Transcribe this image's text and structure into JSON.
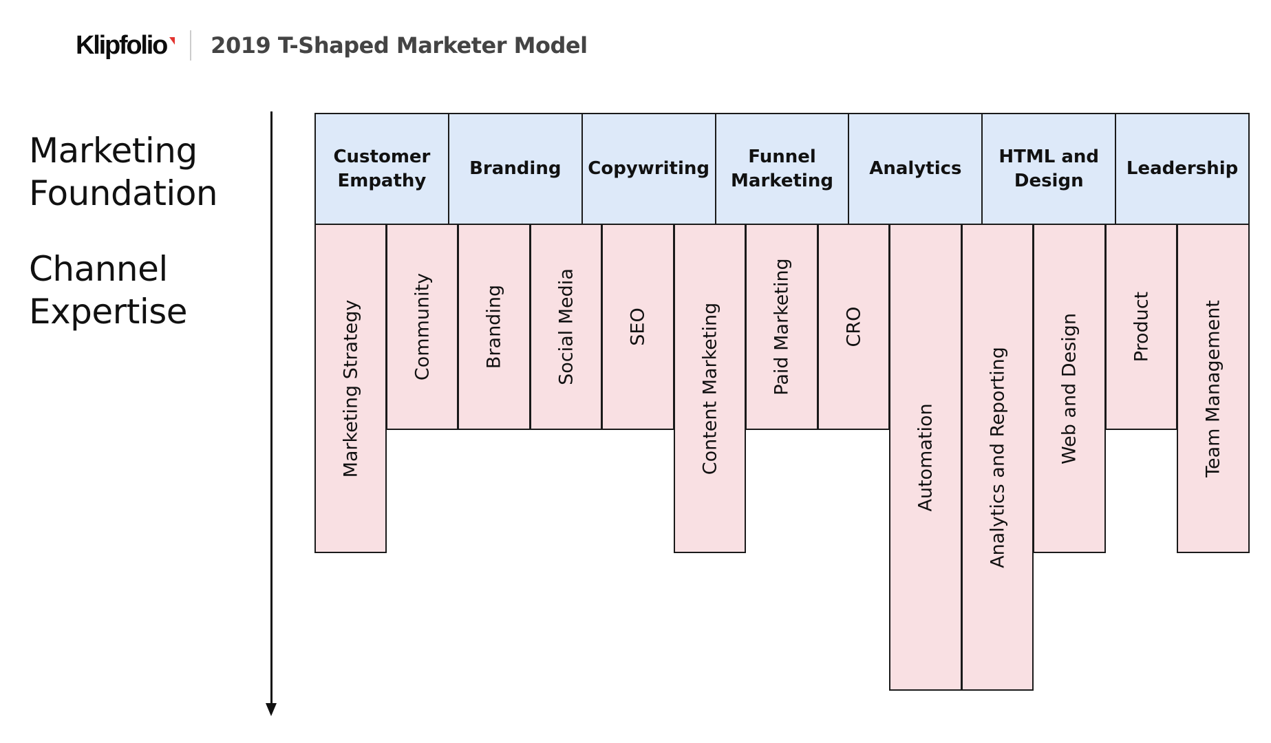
{
  "header": {
    "logo_text": "Klipfolio",
    "logo_mark_color": "#e3342f",
    "title": "2019 T-Shaped Marketer Model"
  },
  "side_labels": {
    "foundation_line1": "Marketing",
    "foundation_line2": "Foundation",
    "channel_line1": "Channel",
    "channel_line2": "Expertise"
  },
  "colors": {
    "foundation_fill": "#dde9f9",
    "channel_fill": "#f9e0e3",
    "border": "#1a1a1a"
  },
  "foundation": [
    {
      "label": "Customer Empathy"
    },
    {
      "label": "Branding"
    },
    {
      "label": "Copywriting"
    },
    {
      "label": "Funnel Marketing"
    },
    {
      "label": "Analytics"
    },
    {
      "label": "HTML and Design"
    },
    {
      "label": "Leadership"
    }
  ],
  "channels": [
    {
      "label": "Marketing Strategy",
      "depth_level": 2
    },
    {
      "label": "Community",
      "depth_level": 1
    },
    {
      "label": "Branding",
      "depth_level": 1
    },
    {
      "label": "Social Media",
      "depth_level": 1
    },
    {
      "label": "SEO",
      "depth_level": 1
    },
    {
      "label": "Content Marketing",
      "depth_level": 2
    },
    {
      "label": "Paid Marketing",
      "depth_level": 1
    },
    {
      "label": "CRO",
      "depth_level": 1
    },
    {
      "label": "Automation",
      "depth_level": 3
    },
    {
      "label": "Analytics and Reporting",
      "depth_level": 3
    },
    {
      "label": "Web and Design",
      "depth_level": 2
    },
    {
      "label": "Product",
      "depth_level": 1
    },
    {
      "label": "Team Management",
      "depth_level": 2
    }
  ]
}
